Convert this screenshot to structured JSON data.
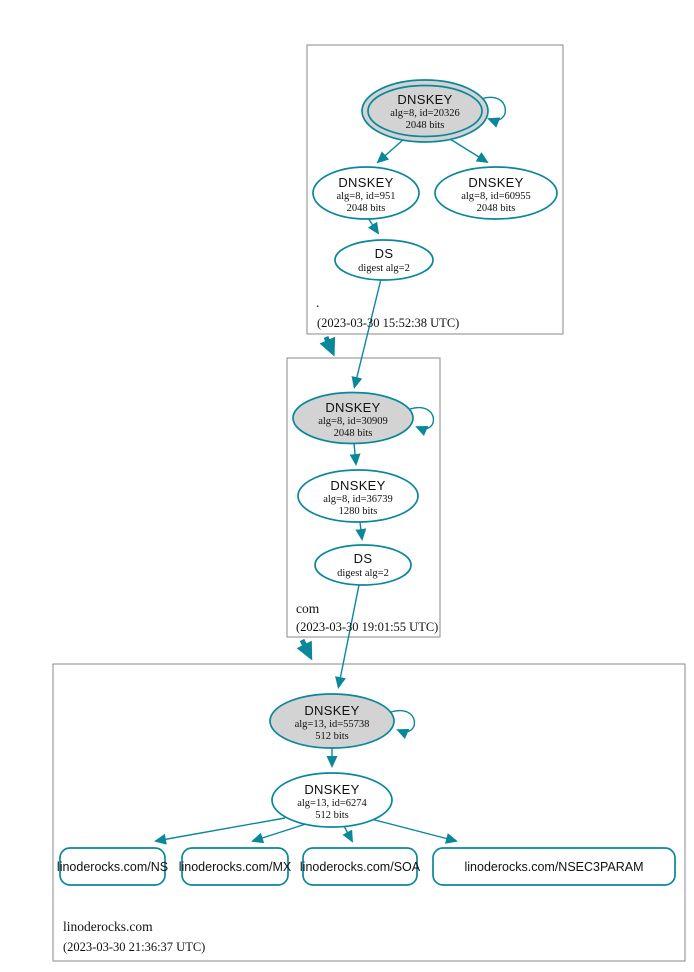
{
  "diagram": {
    "colors": {
      "edge": "#0a879a",
      "ksk_fill": "#d3d3d3",
      "box_border": "#8a8a8a",
      "text": "#111111"
    },
    "zones": [
      {
        "label": ".",
        "timestamp": "(2023-03-30 15:52:38 UTC)",
        "nodes": {
          "ksk": {
            "title": "DNSKEY",
            "detail": "alg=8, id=20326",
            "bits": "2048 bits"
          },
          "zsk": {
            "title": "DNSKEY",
            "detail": "alg=8, id=951",
            "bits": "2048 bits"
          },
          "zsk2": {
            "title": "DNSKEY",
            "detail": "alg=8, id=60955",
            "bits": "2048 bits"
          },
          "ds": {
            "title": "DS",
            "detail": "digest alg=2"
          }
        }
      },
      {
        "label": "com",
        "timestamp": "(2023-03-30 19:01:55 UTC)",
        "nodes": {
          "ksk": {
            "title": "DNSKEY",
            "detail": "alg=8, id=30909",
            "bits": "2048 bits"
          },
          "zsk": {
            "title": "DNSKEY",
            "detail": "alg=8, id=36739",
            "bits": "1280 bits"
          },
          "ds": {
            "title": "DS",
            "detail": "digest alg=2"
          }
        }
      },
      {
        "label": "linoderocks.com",
        "timestamp": "(2023-03-30 21:36:37 UTC)",
        "nodes": {
          "ksk": {
            "title": "DNSKEY",
            "detail": "alg=13, id=55738",
            "bits": "512 bits"
          },
          "zsk": {
            "title": "DNSKEY",
            "detail": "alg=13, id=6274",
            "bits": "512 bits"
          },
          "rrsets": [
            {
              "label": "linoderocks.com/NS"
            },
            {
              "label": "linoderocks.com/MX"
            },
            {
              "label": "linoderocks.com/SOA"
            },
            {
              "label": "linoderocks.com/NSEC3PARAM"
            }
          ]
        }
      }
    ]
  }
}
